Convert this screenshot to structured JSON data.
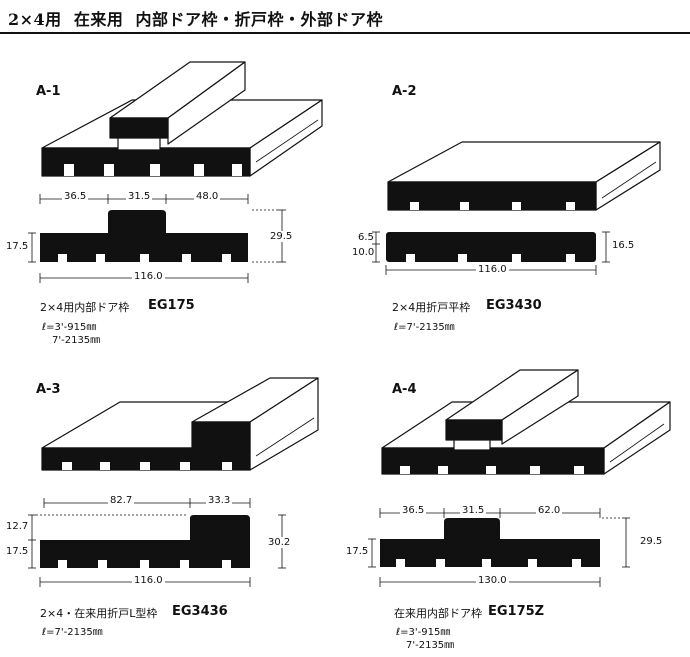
{
  "header": {
    "title": "2×4用  在来用  内部ドア枠・折戸枠・外部ドア枠"
  },
  "panels": [
    {
      "id": "A-1",
      "product_name": "2×4用内部ドア枠",
      "product_code": "EG175",
      "lengths": [
        "ℓ=3'-915㎜",
        "7'-2135㎜"
      ],
      "dims": {
        "w1": "36.5",
        "w2": "31.5",
        "w3": "48.0",
        "total": "116.0",
        "h_left": "17.5",
        "h_right": "29.5"
      }
    },
    {
      "id": "A-2",
      "product_name": "2×4用折戸平枠",
      "product_code": "EG3430",
      "lengths": [
        "ℓ=7'-2135㎜"
      ],
      "dims": {
        "h_top": "6.5",
        "h_bottom": "10.0",
        "h_right": "16.5",
        "total": "116.0"
      }
    },
    {
      "id": "A-3",
      "product_name": "2×4・在来用折戸L型枠",
      "product_code": "EG3436",
      "lengths": [
        "ℓ=7'-2135㎜"
      ],
      "dims": {
        "w1": "82.7",
        "w2": "33.3",
        "h_top": "12.7",
        "h_left": "17.5",
        "h_right": "30.2",
        "total": "116.0"
      }
    },
    {
      "id": "A-4",
      "product_name": "在来用内部ドア枠",
      "product_code": "EG175Z",
      "lengths": [
        "ℓ=3'-915㎜",
        "7'-2135㎜"
      ],
      "dims": {
        "w1": "36.5",
        "w2": "31.5",
        "w3": "62.0",
        "total": "130.0",
        "h_left": "17.5",
        "h_right": "29.5"
      }
    }
  ]
}
